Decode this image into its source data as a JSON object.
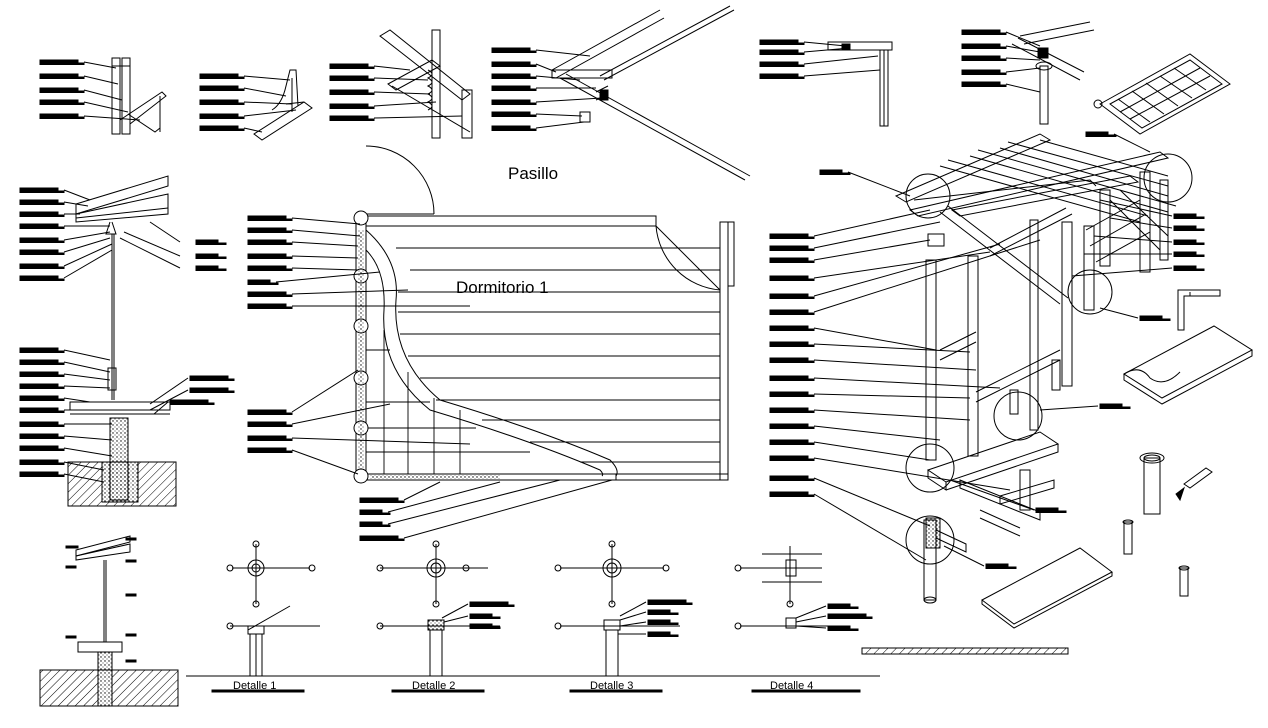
{
  "rooms": {
    "hallway": "Pasillo",
    "bedroom": "Dormitorio 1"
  },
  "details": [
    {
      "label": "Detalle 1"
    },
    {
      "label": "Detalle 2"
    },
    {
      "label": "Detalle 3"
    },
    {
      "label": "Detalle 4"
    }
  ],
  "colors": {
    "ink": "#000000",
    "paper": "#ffffff"
  }
}
